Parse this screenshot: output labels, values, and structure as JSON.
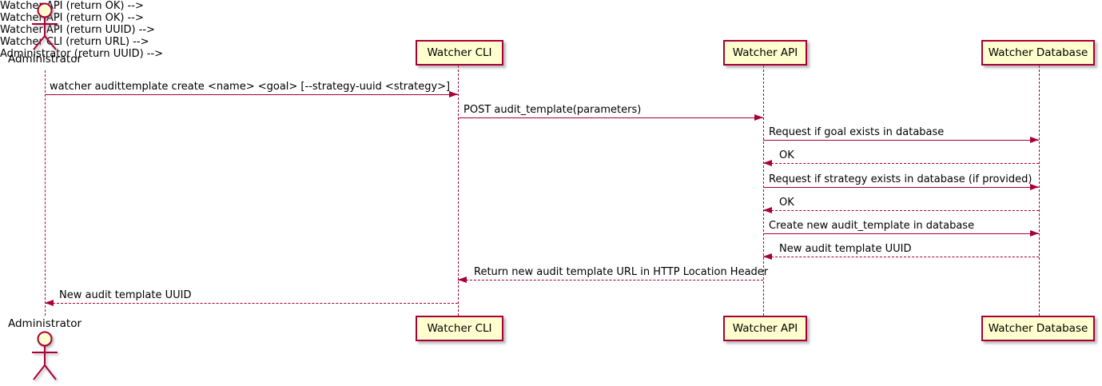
{
  "diagram": {
    "type": "uml-sequence",
    "colors": {
      "border": "#A80036",
      "participant_fill": "#FEFECE",
      "arrow": "#A80036",
      "text": "#000000",
      "background": "#FFFFFF"
    },
    "actor": {
      "label": "Administrator"
    },
    "participants": [
      {
        "label": "Watcher CLI"
      },
      {
        "label": "Watcher API"
      },
      {
        "label": "Watcher Database"
      }
    ],
    "messages": [
      {
        "from": "Administrator",
        "to": "Watcher CLI",
        "style": "solid",
        "text": "watcher audittemplate create <name> <goal> [--strategy-uuid <strategy>]"
      },
      {
        "from": "Watcher CLI",
        "to": "Watcher API",
        "style": "solid",
        "text": "POST audit_template(parameters)"
      },
      {
        "from": "Watcher API",
        "to": "Watcher Database",
        "style": "solid",
        "text": "Request if goal exists in database"
      },
      {
        "from": "Watcher Database",
        "to": "Watcher API",
        "style": "dashed",
        "text": "OK"
      },
      {
        "from": "Watcher API",
        "to": "Watcher Database",
        "style": "solid",
        "text": "Request if strategy exists in database (if provided)"
      },
      {
        "from": "Watcher Database",
        "to": "Watcher API",
        "style": "dashed",
        "text": "OK"
      },
      {
        "from": "Watcher API",
        "to": "Watcher Database",
        "style": "solid",
        "text": "Create new audit_template in database"
      },
      {
        "from": "Watcher Database",
        "to": "Watcher API",
        "style": "dashed",
        "text": "New audit template UUID"
      },
      {
        "from": "Watcher API",
        "to": "Watcher CLI",
        "style": "dashed",
        "text": "Return new audit template URL in HTTP Location Header"
      },
      {
        "from": "Watcher CLI",
        "to": "Administrator",
        "style": "dashed",
        "text": "New audit template UUID"
      }
    ]
  }
}
